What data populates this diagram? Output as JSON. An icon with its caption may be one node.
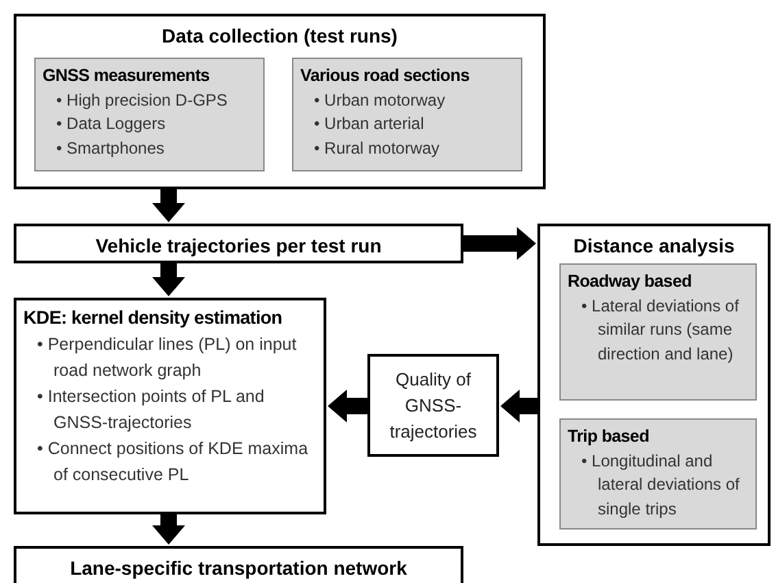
{
  "diagram": {
    "nodes": [
      {
        "text": [
          "Data collection (test runs)"
        ]
      },
      {
        "text": [
          "GNSS measurements",
          "• High precision D-GPS",
          "• Data Loggers",
          "• Smartphones"
        ],
        "in": 0
      },
      {
        "text": [
          "Various road sections",
          "• Urban motorway",
          "• Urban arterial",
          "• Rural motorway"
        ],
        "in": 0
      },
      {
        "text": [
          "Vehicle trajectories per test run"
        ]
      },
      {
        "text": [
          "Distance analysis"
        ]
      },
      {
        "text": [
          "Roadway based",
          "• Lateral deviations of similar runs (same direction and lane)"
        ],
        "in": 4
      },
      {
        "text": [
          "Trip based",
          "• Longitudinal and lateral deviations of single trips"
        ],
        "in": 4
      },
      {
        "text": [
          "KDE: kernel density estimation",
          "• Perpendicular lines (PL) on input road network graph",
          "• Intersection points of PL and GNSS-trajectories",
          "• Connect positions of KDE maxima of consecutive PL"
        ]
      },
      {
        "text": [
          "Quality of GNSS-trajectories"
        ]
      },
      {
        "text": [
          "Lane-specific transportation network"
        ]
      }
    ],
    "edges": [
      {
        "from": 0,
        "to": 3,
        "arrow": "to"
      },
      {
        "from": 3,
        "to": 4,
        "arrow": "to"
      },
      {
        "from": 3,
        "to": 7,
        "arrow": "to"
      },
      {
        "from": 4,
        "to": 8,
        "arrow": "to"
      },
      {
        "from": 8,
        "to": 7,
        "arrow": "to"
      },
      {
        "from": 7,
        "to": 9,
        "arrow": "to"
      }
    ]
  }
}
